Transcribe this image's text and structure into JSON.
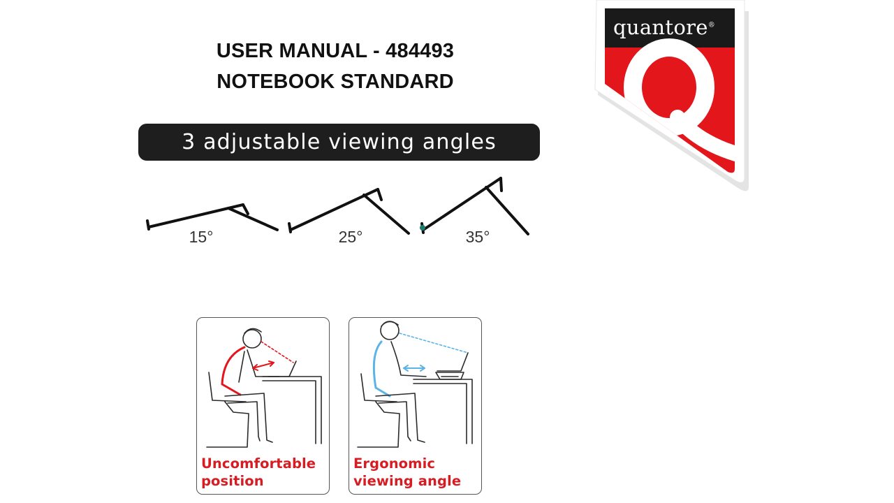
{
  "header": {
    "title_line1": "USER MANUAL - 484493",
    "title_line2": "NOTEBOOK STANDARD"
  },
  "banner": {
    "text": "3 adjustable viewing angles"
  },
  "angles": [
    {
      "label": "15°",
      "degrees": 15
    },
    {
      "label": "25°",
      "degrees": 25
    },
    {
      "label": "35°",
      "degrees": 35
    }
  ],
  "brand": {
    "name": "quantore",
    "mark": "®",
    "letter": "Q",
    "colors": {
      "red": "#e3161c",
      "black": "#1a1a1a",
      "white": "#ffffff"
    }
  },
  "posture_cards": [
    {
      "caption_line1": "Uncomfortable",
      "caption_line2": "position",
      "highlight_color": "#e3161c"
    },
    {
      "caption_line1": "Ergonomic",
      "caption_line2": "viewing angle",
      "highlight_color": "#5bb3e6"
    }
  ],
  "colors": {
    "banner_bg": "#1e1e1e",
    "caption_red": "#d71d24"
  }
}
